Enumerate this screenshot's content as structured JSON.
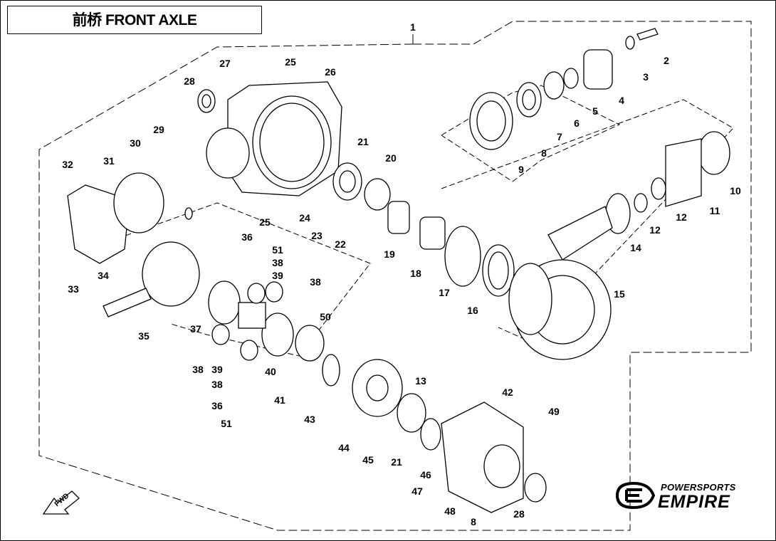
{
  "title": "前桥 FRONT AXLE",
  "watermark": "POWERSPORTS EMPIRE",
  "logo": {
    "line1": "POWERSPORTS",
    "line2": "EMPIRE"
  },
  "fwd_label": "FWD",
  "callouts": [
    "1",
    "2",
    "3",
    "4",
    "5",
    "6",
    "7",
    "8",
    "9",
    "10",
    "11",
    "12",
    "12",
    "14",
    "15",
    "16",
    "17",
    "18",
    "19",
    "20",
    "21",
    "22",
    "23",
    "24",
    "25",
    "25",
    "26",
    "27",
    "28",
    "29",
    "30",
    "31",
    "32",
    "33",
    "34",
    "35",
    "36",
    "51",
    "38",
    "39",
    "38",
    "50",
    "37",
    "38",
    "39",
    "40",
    "41",
    "38",
    "36",
    "51",
    "43",
    "44",
    "45",
    "21",
    "46",
    "47",
    "48",
    "13",
    "42",
    "49",
    "8",
    "28"
  ]
}
